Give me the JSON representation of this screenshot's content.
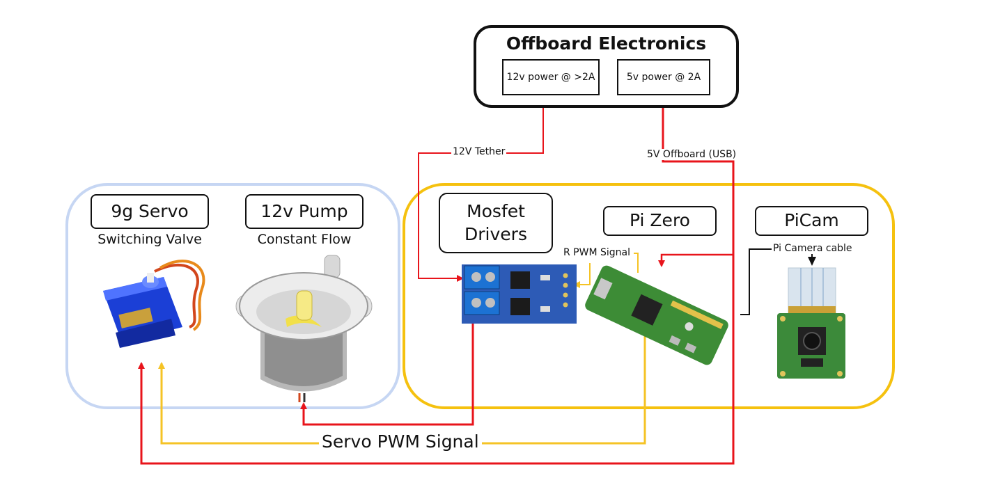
{
  "offboard": {
    "title": "Offboard Electronics",
    "psu_12v": "12v power @ >2A",
    "psu_5v": "5v power @ 2A"
  },
  "left_group": {
    "servo": {
      "title": "9g Servo",
      "subtitle": "Switching Valve"
    },
    "pump": {
      "title": "12v Pump",
      "subtitle": "Constant Flow"
    }
  },
  "right_group": {
    "mosfet": {
      "title": "Mosfet Drivers"
    },
    "pizero": {
      "title": "Pi Zero"
    },
    "picam": {
      "title": "PiCam"
    }
  },
  "wires": {
    "tether_12v": "12V Tether",
    "offboard_5v": "5V Offboard (USB)",
    "r_pwm": "R PWM Signal",
    "camera_cable": "Pi Camera cable",
    "servo_pwm": "Servo PWM Signal"
  },
  "colors": {
    "power": "#e8141b",
    "signal": "#f5c325",
    "cable": "#111111",
    "left_group_border": "#c6d6f3",
    "right_group_border": "#f5c10f"
  }
}
